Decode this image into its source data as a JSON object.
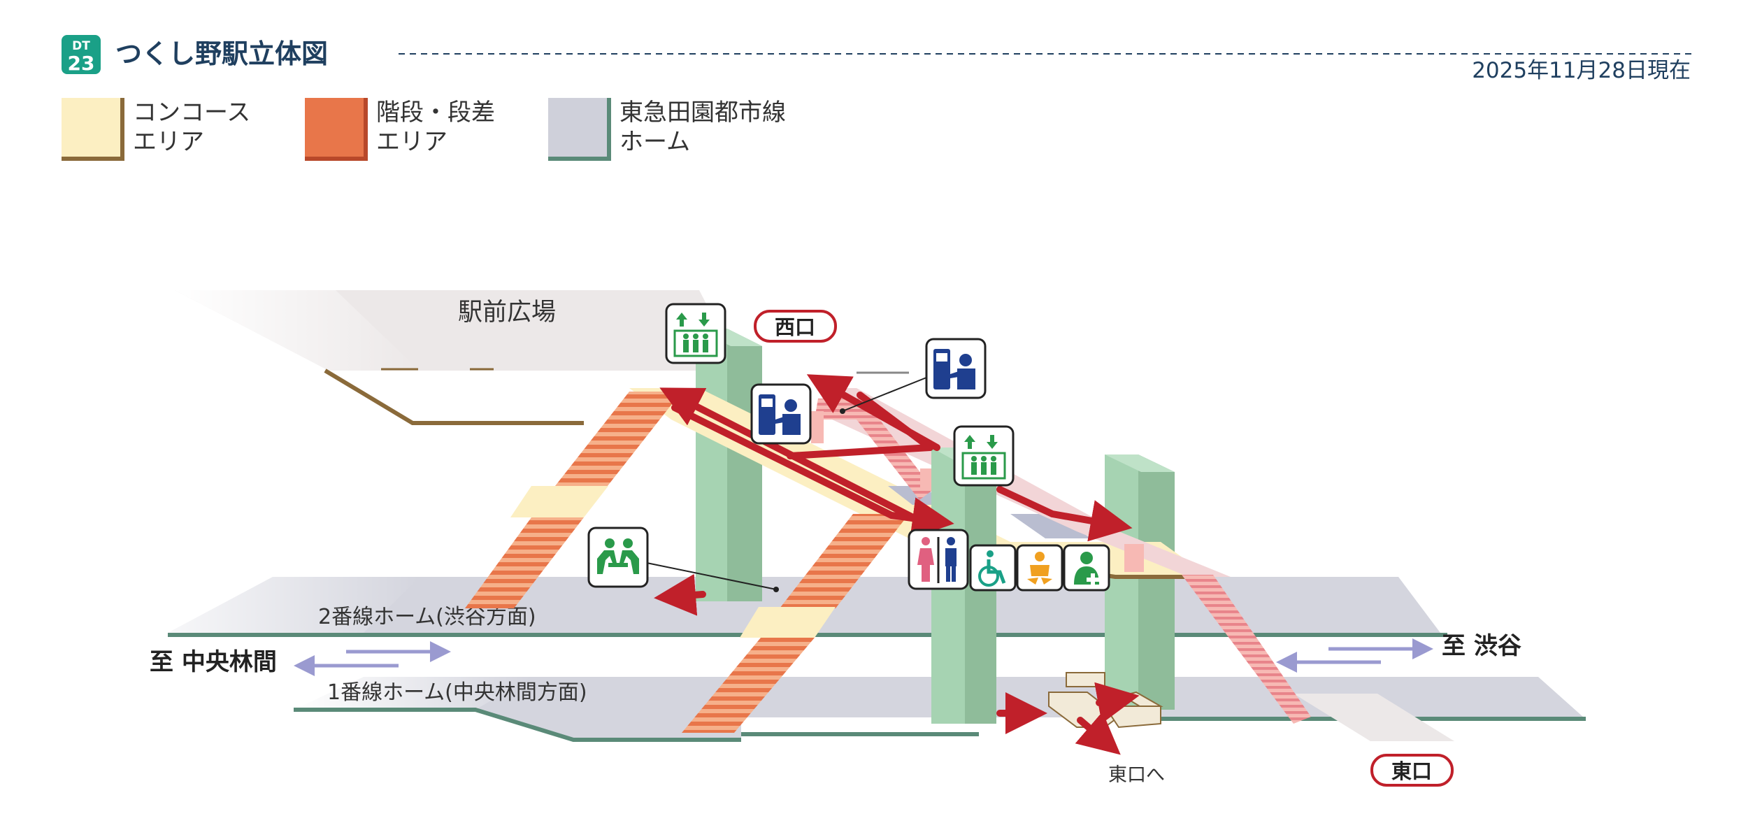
{
  "header": {
    "station_badge_line": "DT",
    "station_badge_number": "23",
    "title": "つくし野駅立体図",
    "date": "2025年11月28日現在"
  },
  "legend": {
    "items": [
      {
        "line1": "コンコース",
        "line2": "エリア",
        "color": "#fcefc2",
        "edge": "#8a6a3a"
      },
      {
        "line1": "階段・段差",
        "line2": "エリア",
        "color": "#e8764a",
        "edge": "#b8482a"
      },
      {
        "line1": "東急田園都市線",
        "line2": "ホーム",
        "color": "#cfd0da",
        "edge": "#5a8a78"
      }
    ]
  },
  "map": {
    "plaza_label": "駅前広場",
    "west_exit": "西口",
    "east_exit": "東口",
    "east_exit_direction": "東口へ",
    "platform2_label": "2番線ホーム(渋谷方面)",
    "platform1_label": "1番線ホーム(中央林間方面)",
    "to_west": "至 中央林間",
    "to_east": "至 渋谷"
  },
  "colors": {
    "concourse": "#fcefc2",
    "stairs": "#ef8a5a",
    "platform": "#cfd0da",
    "platform_edge": "#5a8a78",
    "pillar": "#9ccaa8",
    "route_arrow": "#c0202a",
    "icon_blue": "#1f3f8f",
    "icon_green": "#2a9a4a",
    "badge_teal": "#1aa087"
  },
  "icons": [
    "elevator-icon",
    "ticket-machine-icon",
    "restroom-icon",
    "wheelchair-icon",
    "baby-care-icon",
    "first-aid-icon",
    "waiting-seat-icon"
  ]
}
